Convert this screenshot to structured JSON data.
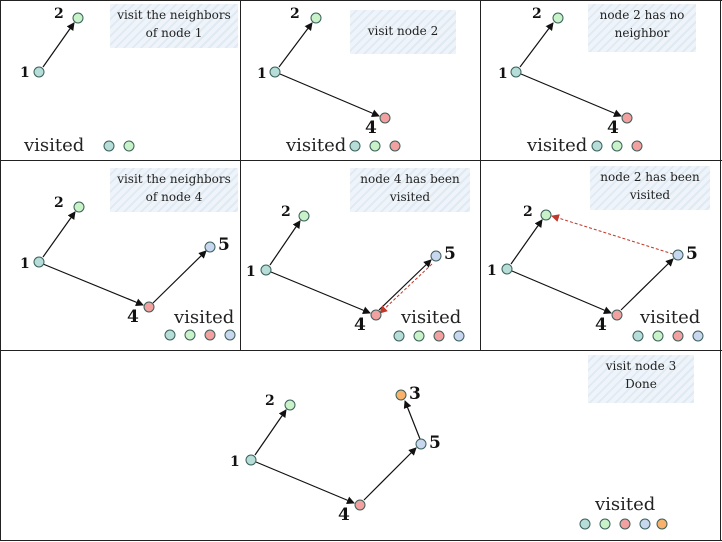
{
  "visited_label": "visited",
  "colors": {
    "1": "#b7ddd9",
    "2": "#c9f2c9",
    "3": "#f9b26b",
    "4": "#f2a0a0",
    "5": "#c9d6ef",
    "edge": "#111111",
    "backtrack": "#c0392b",
    "border": "#3a5f5a"
  },
  "node_labels": {
    "1": "1",
    "2": "2",
    "3": "3",
    "4": "4",
    "5": "5"
  },
  "panels": [
    {
      "caption": [
        "visit the neighbors",
        "of node 1"
      ],
      "visited": [
        "1",
        "2"
      ]
    },
    {
      "caption": [
        "visit node 2"
      ],
      "visited": [
        "1",
        "2",
        "4"
      ]
    },
    {
      "caption": [
        "node 2 has no",
        "neighbor"
      ],
      "visited": [
        "1",
        "2",
        "4"
      ]
    },
    {
      "caption": [
        "visit the neighbors",
        "of node 4"
      ],
      "visited": [
        "1",
        "2",
        "4",
        "5"
      ]
    },
    {
      "caption": [
        "node 4 has been",
        "visited"
      ],
      "visited": [
        "1",
        "2",
        "4",
        "5"
      ]
    },
    {
      "caption": [
        "node 2 has been",
        "visited"
      ],
      "visited": [
        "1",
        "2",
        "4",
        "5"
      ]
    },
    {
      "caption": [
        "visit node 3",
        "Done"
      ],
      "visited": [
        "1",
        "2",
        "4",
        "5",
        "3"
      ]
    }
  ]
}
